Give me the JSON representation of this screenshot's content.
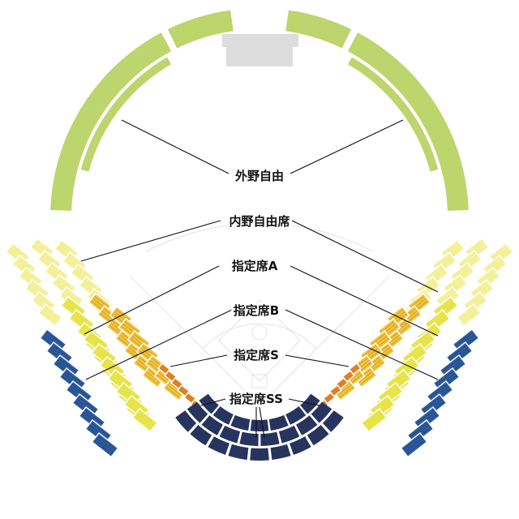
{
  "colors": {
    "outfield": "#bcd56c",
    "naiya": "#f3f09a",
    "a": "#e7e44a",
    "b": "#f4c23a",
    "s": "#f08a26",
    "ss": "#27345e",
    "blue": "#2c5a9e",
    "box": "#dddddd"
  },
  "zones": [
    {
      "key": "outfield",
      "label": "外野自由"
    },
    {
      "key": "naiya",
      "label": "内野自由席"
    },
    {
      "key": "a",
      "label": "指定席A"
    },
    {
      "key": "b",
      "label": "指定席B"
    },
    {
      "key": "s",
      "label": "指定席S"
    },
    {
      "key": "ss",
      "label": "指定席SS"
    }
  ]
}
